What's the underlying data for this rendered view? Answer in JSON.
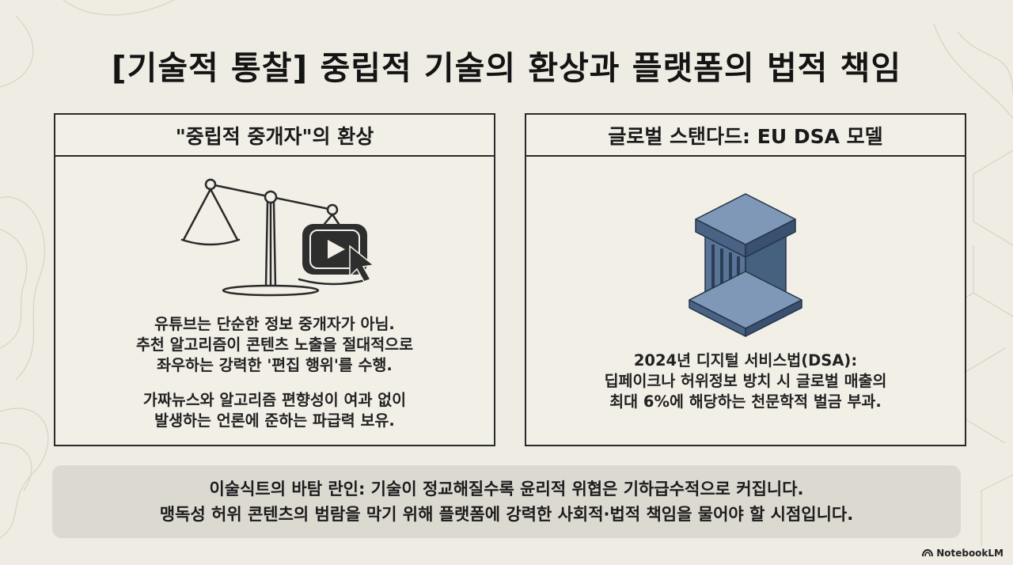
{
  "title": "[기술적 통찰] 중립적 기술의 환상과 플랫폼의 법적 책임",
  "left_panel": {
    "heading": "\"중립적 중개자\"의 환상",
    "illustration_icon": "scale-with-video-play-icon",
    "para1": [
      "유튜브는 단순한 정보 중개자가 아님.",
      "추천 알고리즘이 콘텐츠 노출을 절대적으로",
      "좌우하는 강력한 '편집 행위'를 수행."
    ],
    "para2": [
      "가짜뉴스와 알고리즘 편향성이 여과 없이",
      "발생하는 언론에 준하는 파급력 보유."
    ]
  },
  "right_panel": {
    "heading": "글로벌 스탠다드: EU DSA 모델",
    "illustration_icon": "pillar-icon",
    "para1": [
      "2024년 디지털 서비스법(DSA):",
      "딥페이크나 허위정보 방치 시 글로벌 매출의",
      "최대 6%에 해당하는 천문학적 벌금 부과."
    ]
  },
  "footer": {
    "line1": "이술식트의 바탐 란인: 기술이 정교해질수록 윤리적 위협은 기하급수적으로 커집니다.",
    "line2": "맹독성 허위 콘텐츠의 범람을 막기 위해 플랫폼에 강력한 사회적·법적 책임을 물어야 할 시점입니다."
  },
  "brand": {
    "label": "NotebookLM",
    "icon": "notebooklm-logo-icon"
  },
  "colors": {
    "background": "#efece3",
    "pillar": "#5a7496",
    "footer_bg": "#dcd9d1"
  }
}
